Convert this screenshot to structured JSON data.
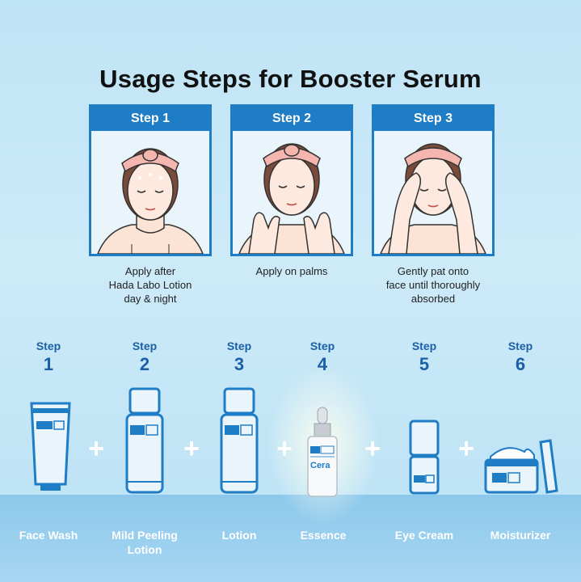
{
  "title": "Usage Steps for Booster Serum",
  "panels": [
    {
      "step": "Step 1",
      "caption_lines": [
        "Apply after",
        "Hada Labo Lotion",
        "day & night"
      ]
    },
    {
      "step": "Step 2",
      "caption_lines": [
        "Apply on palms"
      ]
    },
    {
      "step": "Step 3",
      "caption_lines": [
        "Gently pat onto",
        "face until thoroughly",
        "absorbed"
      ]
    }
  ],
  "routine": [
    {
      "step_word": "Step",
      "number": "1",
      "label_lines": [
        "Face Wash"
      ]
    },
    {
      "step_word": "Step",
      "number": "2",
      "label_lines": [
        "Mild Peeling",
        "Lotion"
      ]
    },
    {
      "step_word": "Step",
      "number": "3",
      "label_lines": [
        "Lotion"
      ]
    },
    {
      "step_word": "Step",
      "number": "4",
      "label_lines": [
        "Essence"
      ]
    },
    {
      "step_word": "Step",
      "number": "5",
      "label_lines": [
        "Eye Cream"
      ]
    },
    {
      "step_word": "Step",
      "number": "6",
      "label_lines": [
        "Moisturizer"
      ]
    }
  ],
  "plus_sign": "+",
  "bottle_brand_text": "Cera",
  "colors": {
    "accent": "#1f7dc6",
    "step_text": "#1b5fa6",
    "floor": "#8cc8ec"
  }
}
